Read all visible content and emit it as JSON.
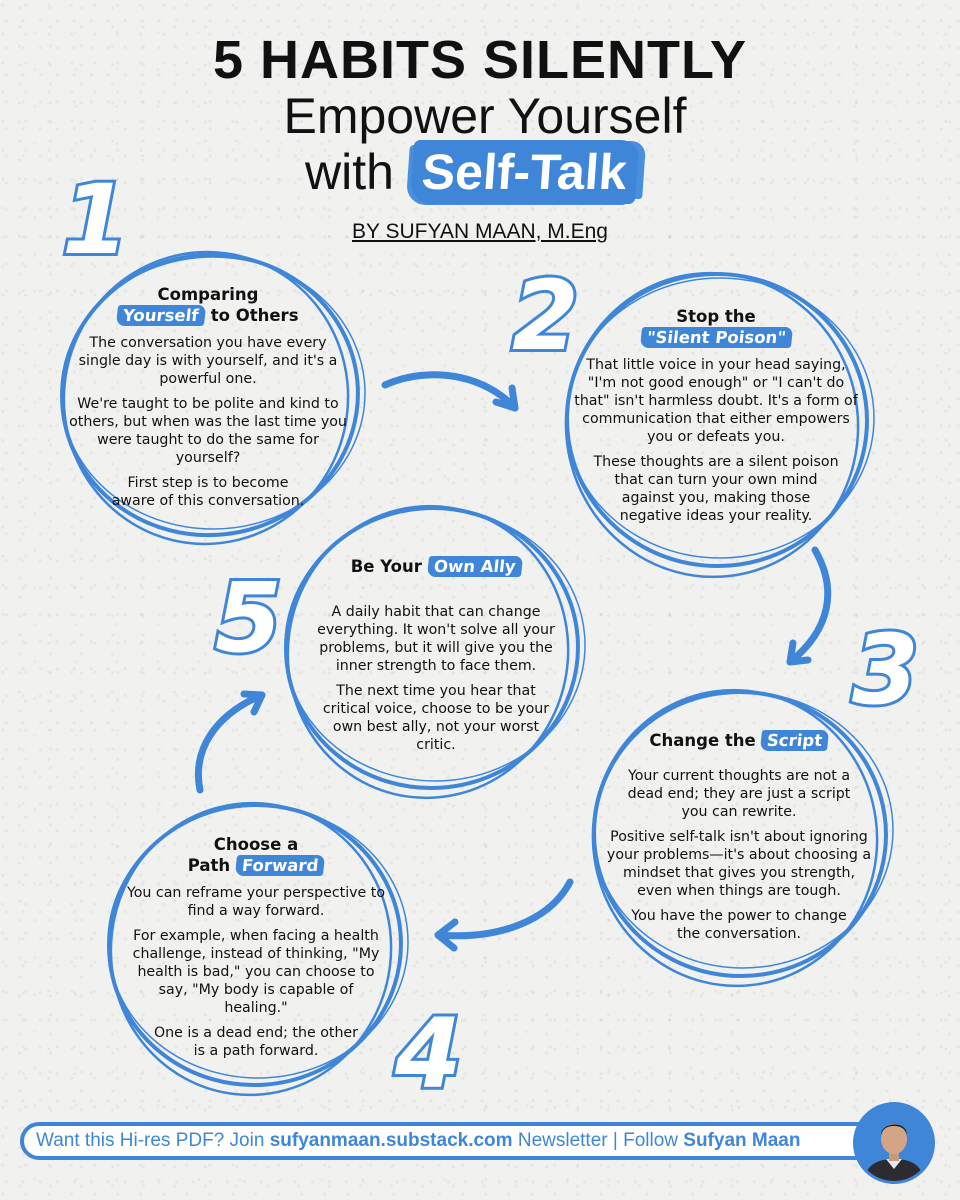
{
  "header": {
    "title_line1": "5 HABITS SILENTLY",
    "title_line2": "Empower Yourself",
    "title_line3_prefix": "with",
    "title_line3_highlight": "Self-Talk",
    "byline": "BY SUFYAN MAAN, M.Eng"
  },
  "habits": [
    {
      "number": "1",
      "title_prefix": "Comparing",
      "title_highlight": "Yourself",
      "title_suffix": "to Others",
      "paragraphs": [
        "The conversation you have every single day is with yourself, and it's a powerful one.",
        "We're taught to be polite and kind to others, but when was the last time you were taught to do the same for yourself?",
        "First step is to become aware of this conversation."
      ]
    },
    {
      "number": "2",
      "title_prefix": "Stop the",
      "title_highlight": "\"Silent Poison\"",
      "title_suffix": "",
      "paragraphs": [
        "That little voice in your head saying, \"I'm not good enough\" or \"I can't do that\" isn't harmless doubt. It's a form of communication that either empowers you or defeats you.",
        "These thoughts are a silent poison that can turn your own mind against you, making those negative ideas your reality."
      ]
    },
    {
      "number": "3",
      "title_prefix": "Change the",
      "title_highlight": "Script",
      "title_suffix": "",
      "paragraphs": [
        "Your current thoughts are not a dead end; they are just a script you can rewrite.",
        "Positive self-talk isn't about ignoring your problems—it's about choosing a mindset that gives you strength, even when things are tough.",
        "You have the power to change the conversation."
      ]
    },
    {
      "number": "4",
      "title_prefix": "Choose a",
      "title_highlight": "Forward",
      "title_prefix2": "Path",
      "title_suffix": "",
      "paragraphs": [
        "You can reframe your perspective to find a way forward.",
        "For example, when facing a health challenge, instead of thinking, \"My health is bad,\" you can choose to say, \"My body is capable of healing.\"",
        "One is a dead end; the other is a path forward."
      ]
    },
    {
      "number": "5",
      "title_prefix": "Be Your",
      "title_highlight": "Own Ally",
      "title_suffix": "",
      "paragraphs": [
        "A daily habit that can change everything. It won't solve all your problems, but it will give you the inner strength to face them.",
        "The next time you hear that critical voice, choose to be your own best ally, not your worst critic."
      ]
    }
  ],
  "footer": {
    "text1": "Want this Hi-res PDF? Join ",
    "link": "sufyanmaan.substack.com",
    "text2": " Newsletter | Follow ",
    "name": "Sufyan Maan"
  },
  "colors": {
    "accent": "#3f86d8",
    "text": "#111111",
    "background": "#f1f1ef"
  }
}
